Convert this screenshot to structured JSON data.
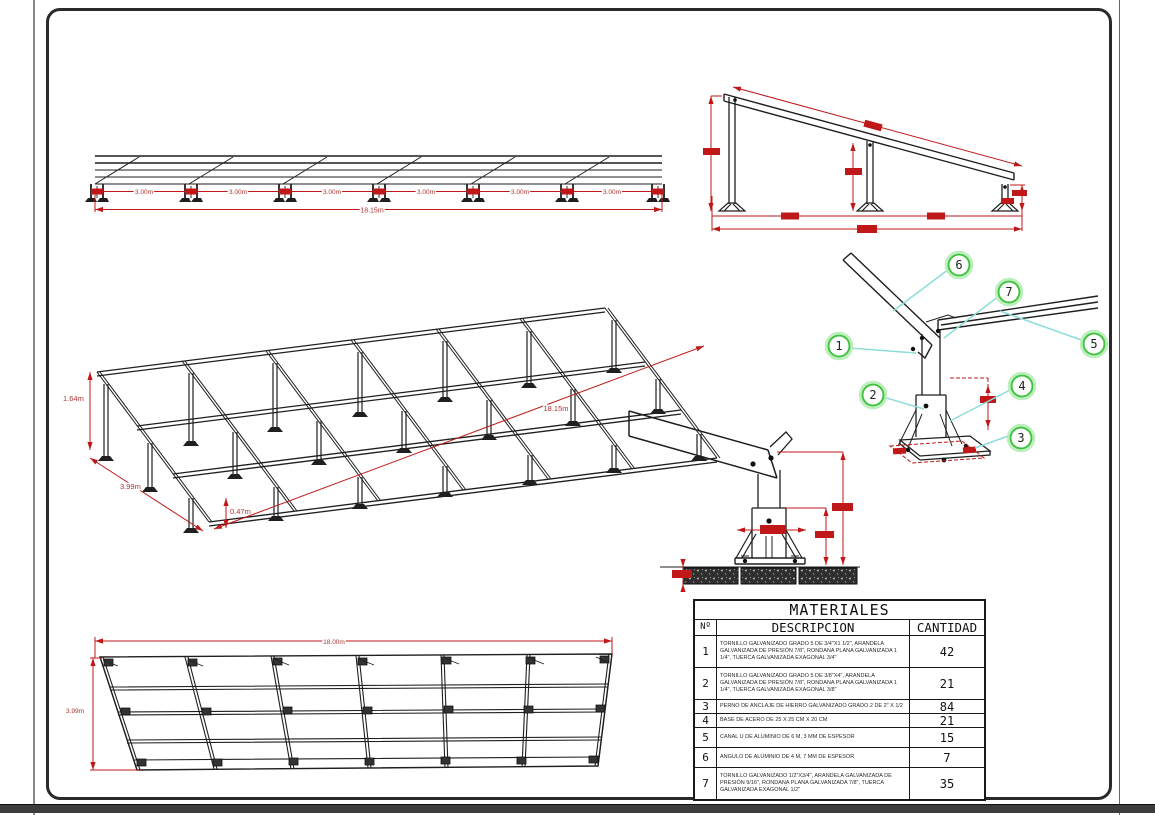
{
  "page": {
    "colors": {
      "line": "#1f1f1f",
      "dim_line": "#c01818",
      "dim_text": "#b03333",
      "callout_green": "#3fc43f",
      "leader_cyan": "#8fdcd9"
    }
  },
  "drawing": {
    "side_elevation": {
      "bay_labels": [
        "3.00m",
        "3.00m",
        "3.00m",
        "3.00m",
        "3.00m",
        "3.00m"
      ],
      "total_label": "18.15m"
    },
    "isometric": {
      "height_label": "1.64m",
      "width_label": "3.99m",
      "post_label": "0.47m",
      "length_label": "18.15m"
    },
    "plan": {
      "length_label": "18.00m",
      "width_label": "3.99m"
    },
    "detail_callouts": [
      "1",
      "2",
      "3",
      "4",
      "5",
      "6",
      "7"
    ]
  },
  "materials_table": {
    "title": "MATERIALES",
    "headers": {
      "num": "Nº",
      "desc": "DESCRIPCION",
      "qty": "CANTIDAD"
    },
    "rows": [
      {
        "num": "1",
        "desc": "TORNILLO GALVANIZADO GRADO 5 DE 3/4\"X1 1/2\", ARANDELA GALVANIZADA DE PRESIÓN 7/8\", RONDANA PLANA GALVANIZADA 1 1/4\", TUERCA GALVANIZADA EXAGONAL 3/4\"",
        "qty": "42"
      },
      {
        "num": "2",
        "desc": "TORNILLO GALVANIZADO GRADO 5 DE 3/8\"X4\", ARANDELA GALVANIZADA DE PRESIÓN 7/8\", RONDANA PLANA GALVANIZADA 1 1/4\", TUERCA GALVANIZADA EXAGONAL 3/8\"",
        "qty": "21"
      },
      {
        "num": "3",
        "desc": "PERNO DE ANCLAJE DE HIERRO GALVANIZADO GRADO 2 DE 2\" X 1/2",
        "qty": "84"
      },
      {
        "num": "4",
        "desc": "BASE DE ACERO DE 25 X 25 CM X 20 CM",
        "qty": "21"
      },
      {
        "num": "5",
        "desc": "CANAL U DE ALUMINIO DE 6 M, 3 MM DE ESPESOR",
        "qty": "15"
      },
      {
        "num": "6",
        "desc": "ANGULO DE ALUMINIO DE 4 M, 7 MM DE ESPESOR",
        "qty": "7"
      },
      {
        "num": "7",
        "desc": "TORNILLO GALVANIZADO 1/2\"X3/4\", ARANDELA GALVANIZADA DE PRESIÓN 9/16\", RONDANA PLANA GALVANIZADA 7/8\", TUERCA GALVANIZADA EXAGONAL 1/2\"",
        "qty": "35"
      }
    ]
  }
}
